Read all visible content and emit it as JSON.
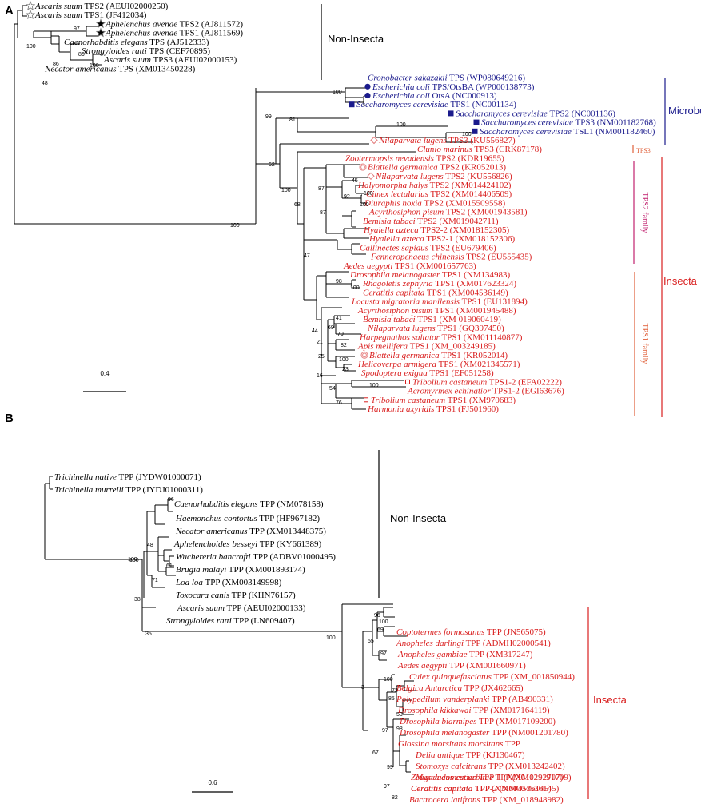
{
  "colors": {
    "black": "#000000",
    "microbe": "#1a1a8c",
    "insecta": "#d91e1e",
    "tps2": "#c0206e",
    "tps1": "#e0603a"
  },
  "panels": [
    {
      "label": "A",
      "scale_label": "0.4",
      "taxa": [
        {
          "it": "Ascaris suum",
          "rest": " TPS2 (AEUI02000250)",
          "color": "black",
          "marker": "star-open"
        },
        {
          "it": "Ascaris suum",
          "rest": " TPS1 (JF412034)",
          "color": "black",
          "marker": "star-open"
        },
        {
          "it": "Aphelenchus avenae",
          "rest": " TPS2 (AJ811572)",
          "color": "black",
          "marker": "star"
        },
        {
          "it": "Aphelenchus avenae",
          "rest": " TPS1 (AJ811569)",
          "color": "black",
          "marker": "star"
        },
        {
          "it": "Caenorhabditis elegans",
          "rest": " TPS (AJ512333)",
          "color": "black",
          "marker": ""
        },
        {
          "it": "Strongyloides ratti",
          "rest": " TPS (CEF70895)",
          "color": "black",
          "marker": ""
        },
        {
          "it": "Ascaris suum",
          "rest": " TPS3 (AEUI02000153)",
          "color": "black",
          "marker": ""
        },
        {
          "it": "Necator americanus",
          "rest": " TPS (XM013450228)",
          "color": "black",
          "marker": ""
        },
        {
          "it": "Cronobacter sakazakii",
          "rest": " TPS (WP080649216)",
          "color": "microbe",
          "marker": ""
        },
        {
          "it": "Escherichia coli",
          "rest": " TPS/OtsBA (WP000138773)",
          "color": "microbe",
          "marker": "circle"
        },
        {
          "it": "Escherichia coli",
          "rest": " OtsA (NC000913)",
          "color": "microbe",
          "marker": "circle"
        },
        {
          "it": "Saccharomyces cerevisiae",
          "rest": " TPS1 (NC001134)",
          "color": "microbe",
          "marker": "square"
        },
        {
          "it": "Saccharomyces cerevisiae",
          "rest": " TPS2 (NC001136)",
          "color": "microbe",
          "marker": "square"
        },
        {
          "it": "Saccharomyces cerevisiae",
          "rest": " TPS3 (NM001182768)",
          "color": "microbe",
          "marker": "square"
        },
        {
          "it": "Saccharomyces cerevisiae",
          "rest": " TSL1 (NM001182460)",
          "color": "microbe",
          "marker": "square"
        },
        {
          "it": "Nilaparvata lugens",
          "rest": " TPS3 (KU556827)",
          "color": "insecta",
          "marker": "diamond"
        },
        {
          "it": "Clunio marinus",
          "rest": " TPS3 (CRK87178)",
          "color": "insecta",
          "marker": ""
        },
        {
          "it": "Zootermopsis nevadensis",
          "rest": " TPS2 (KDR19655)",
          "color": "insecta",
          "marker": ""
        },
        {
          "it": "Blattella germanica",
          "rest": " TPS2 (KR052013)",
          "color": "insecta",
          "marker": "target"
        },
        {
          "it": "Nilaparvata lugens",
          "rest": " TPS2 (KU556826)",
          "color": "insecta",
          "marker": "diamond"
        },
        {
          "it": "Halyomorpha halys",
          "rest": " TPS2 (XM014424102)",
          "color": "insecta",
          "marker": ""
        },
        {
          "it": "Cimex lectularius",
          "rest": " TPS2 (XM014406509)",
          "color": "insecta",
          "marker": ""
        },
        {
          "it": "Diuraphis noxia",
          "rest": " TPS2 (XM015509558)",
          "color": "insecta",
          "marker": ""
        },
        {
          "it": "Acyrthosiphon pisum",
          "rest": " TPS2 (XM001943581)",
          "color": "insecta",
          "marker": ""
        },
        {
          "it": "Bemisia tabaci",
          "rest": " TPS2 (XM019042711)",
          "color": "insecta",
          "marker": ""
        },
        {
          "it": "Hyalella azteca",
          "rest": " TPS2-2 (XM018152305)",
          "color": "insecta",
          "marker": ""
        },
        {
          "it": "Hyalella azteca",
          "rest": " TPS2-1 (XM018152306)",
          "color": "insecta",
          "marker": ""
        },
        {
          "it": "Callinectes sapidus",
          "rest": " TPS2 (EU679406)",
          "color": "insecta",
          "marker": ""
        },
        {
          "it": "Fenneropenaeus chinensis",
          "rest": " TPS2 (EU555435)",
          "color": "insecta",
          "marker": ""
        },
        {
          "it": "Aedes aegypti",
          "rest": " TPS1 (XM001657763)",
          "color": "insecta",
          "marker": ""
        },
        {
          "it": "Drosophila melanogaster",
          "rest": " TPS1 (NM134983)",
          "color": "insecta",
          "marker": ""
        },
        {
          "it": "Rhagoletis zephyria",
          "rest": " TPS1 (XM017623324)",
          "color": "insecta",
          "marker": ""
        },
        {
          "it": "Ceratitis capitata",
          "rest": " TPS1 (XM004536149)",
          "color": "insecta",
          "marker": ""
        },
        {
          "it": "Locusta migratoria manilensis",
          "rest": " TPS1 (EU131894)",
          "color": "insecta",
          "marker": ""
        },
        {
          "it": "Acyrthosiphon pisum",
          "rest": " TPS1 (XM001945488)",
          "color": "insecta",
          "marker": ""
        },
        {
          "it": "Bemisia tabaci",
          "rest": " TPS1 (XM 019060419)",
          "color": "insecta",
          "marker": ""
        },
        {
          "it": "Nilaparvata lugens",
          "rest": " TPS1 (GQ397450)",
          "color": "insecta",
          "marker": ""
        },
        {
          "it": "Harpegnathos saltator",
          "rest": " TPS1 (XM011140877)",
          "color": "insecta",
          "marker": ""
        },
        {
          "it": "Apis mellifera",
          "rest": " TPS1 (XM_003249185)",
          "color": "insecta",
          "marker": ""
        },
        {
          "it": "Blattella germanica",
          "rest": " TPS1 (KR052014)",
          "color": "insecta",
          "marker": "target"
        },
        {
          "it": "Helicoverpa armigera",
          "rest": " TPS1 (XM021345571)",
          "color": "insecta",
          "marker": ""
        },
        {
          "it": "Spodoptera exigua",
          "rest": " TPS1 (EF051258)",
          "color": "insecta",
          "marker": ""
        },
        {
          "it": "Tribolium castaneum",
          "rest": " TPS1-2 (EFA02222)",
          "color": "insecta",
          "marker": "square-open"
        },
        {
          "it": "Acromyrmex echinatior",
          "rest": " TPS1-2 (EGI63676)",
          "color": "insecta",
          "marker": ""
        },
        {
          "it": "Tribolium castaneum",
          "rest": " TPS1 (XM970683)",
          "color": "insecta",
          "marker": "square-open"
        },
        {
          "it": "Harmonia axyridis",
          "rest": " TPS1 (FJ501960)",
          "color": "insecta",
          "marker": ""
        }
      ],
      "bootstrap": [
        "100",
        "97",
        "86",
        "86",
        "100",
        "48",
        "100",
        "100",
        "99",
        "81",
        "100",
        "100",
        "62",
        "100",
        "87",
        "45",
        "92",
        "100",
        "100",
        "87",
        "68",
        "47",
        "98",
        "100",
        "44",
        "41",
        "69",
        "70",
        "82",
        "21",
        "25",
        "100",
        "23",
        "16",
        "100",
        "54",
        "76"
      ],
      "groups": [
        {
          "label": "Non-Insecta",
          "color": "black",
          "vertical": false
        },
        {
          "label": "Microbe",
          "color": "microbe",
          "vertical": false
        },
        {
          "label": "TPS3",
          "color": "tps1",
          "vertical": false
        },
        {
          "label": "TPS2 family",
          "color": "tps2",
          "vertical": true
        },
        {
          "label": "Insecta",
          "color": "insecta",
          "vertical": false
        },
        {
          "label": "TPS1 family",
          "color": "tps1",
          "vertical": true
        }
      ]
    },
    {
      "label": "B",
      "scale_label": "0.6",
      "taxa": [
        {
          "it": "Trichinella native",
          "rest": " TPP (JYDW01000071)",
          "color": "black",
          "marker": ""
        },
        {
          "it": "Trichinella murrelli",
          "rest": " TPP (JYDJ01000311)",
          "color": "black",
          "marker": ""
        },
        {
          "it": "Caenorhabditis elegans",
          "rest": " TPP (NM078158)",
          "color": "black",
          "marker": ""
        },
        {
          "it": "Haemonchus contortus",
          "rest": " TPP (HF967182)",
          "color": "black",
          "marker": ""
        },
        {
          "it": "Necator americanus",
          "rest": " TPP (XM013448375)",
          "color": "black",
          "marker": ""
        },
        {
          "it": "Aphelenchoides besseyi",
          "rest": " TPP (KY661389)",
          "color": "black",
          "marker": ""
        },
        {
          "it": "Wuchereria bancrofti",
          "rest": " TPP (ADBV01000495)",
          "color": "black",
          "marker": ""
        },
        {
          "it": "Brugia malayi",
          "rest": " TPP (XM001893174)",
          "color": "black",
          "marker": ""
        },
        {
          "it": "Loa loa",
          "rest": " TPP (XM003149998)",
          "color": "black",
          "marker": ""
        },
        {
          "it": "Toxocara canis",
          "rest": " TPP (KHN76157)",
          "color": "black",
          "marker": ""
        },
        {
          "it": "Ascaris suum",
          "rest": " TPP (AEUI02000133)",
          "color": "black",
          "marker": ""
        },
        {
          "it": "Strongyloides ratti",
          "rest": " TPP (LN609407)",
          "color": "black",
          "marker": ""
        },
        {
          "it": "Coptotermes formosanus",
          "rest": " TPP (JN565075)",
          "color": "insecta",
          "marker": ""
        },
        {
          "it": "Anopheles darlingi",
          "rest": " TPP (ADMH02000541)",
          "color": "insecta",
          "marker": ""
        },
        {
          "it": "Anopheles gambiae",
          "rest": " TPP (XM317247)",
          "color": "insecta",
          "marker": ""
        },
        {
          "it": "Aedes aegypti",
          "rest": " TPP (XM001660971)",
          "color": "insecta",
          "marker": ""
        },
        {
          "it": "Culex quinquefasciatus",
          "rest": " TPP (XM_001850944)",
          "color": "insecta",
          "marker": ""
        },
        {
          "it": "Belgica Antarctica",
          "rest": " TPP (JX462665)",
          "color": "insecta",
          "marker": ""
        },
        {
          "it": "Polypedilum vanderplanki",
          "rest": " TPP (AB490331)",
          "color": "insecta",
          "marker": ""
        },
        {
          "it": "Drosophila kikkawai",
          "rest": " TPP (XM017164119)",
          "color": "insecta",
          "marker": ""
        },
        {
          "it": "Drosophila biarmipes",
          "rest": " TPP (XM017109200)",
          "color": "insecta",
          "marker": ""
        },
        {
          "it": "Drosophila melanogaster",
          "rest": " TPP (NM001201780)",
          "color": "insecta",
          "marker": ""
        },
        {
          "it": "Glossina morsitans morsitans",
          "rest": " TPP",
          "color": "insecta",
          "marker": ""
        },
        {
          "it": "Delia antique",
          "rest": " TPP (KJ130467)",
          "color": "insecta",
          "marker": ""
        },
        {
          "it": "Stomoxys calcitrans",
          "rest": " TPP (XM013242402)",
          "color": "insecta",
          "marker": ""
        },
        {
          "it": "Musca domestica",
          "rest": " TPP-1 (XM011292707)",
          "color": "insecta",
          "marker": ""
        },
        {
          "it": "Ceratitis capitata",
          "rest": " TPP (XM004536145)",
          "color": "insecta",
          "marker": ""
        },
        {
          "it": "Zeugodacus cucurbitae",
          "rest": " TPP (XM011191709)",
          "color": "insecta",
          "marker": ""
        },
        {
          "it": "Ceratitis capitata",
          "rest": " TPP-2 (XM004536145)",
          "color": "insecta",
          "marker": ""
        },
        {
          "it": "Bactrocera latifrons",
          "rest": " TPP (XM_018948982)",
          "color": "insecta",
          "marker": ""
        }
      ],
      "bootstrap": [
        "96",
        "100",
        "48",
        "71",
        "61",
        "100",
        "38",
        "35",
        "100",
        "96",
        "69",
        "100",
        "55",
        "97",
        "3",
        "100",
        "72",
        "85",
        "53",
        "98",
        "97",
        "67",
        "99",
        "97",
        "82"
      ],
      "groups": [
        {
          "label": "Non-Insecta",
          "color": "black",
          "vertical": false
        },
        {
          "label": "Insecta",
          "color": "insecta",
          "vertical": false
        }
      ]
    }
  ]
}
